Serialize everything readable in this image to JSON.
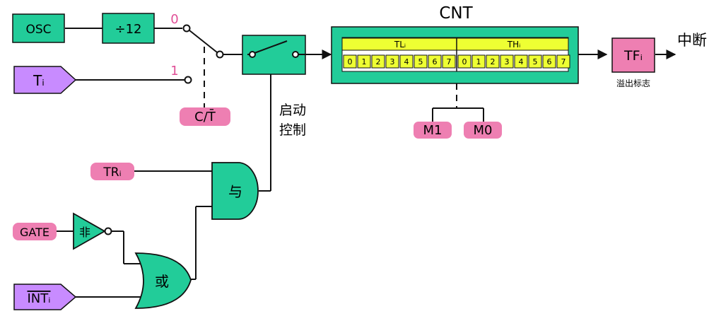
{
  "colors": {
    "green": "#22cc99",
    "purple": "#c88bff",
    "pink": "#ee7fb2",
    "yellow": "#eeff33",
    "wire": "#111111",
    "switch_label": "#e04f96",
    "blue": "#56b8ff"
  },
  "blocks": {
    "osc": "OSC",
    "divider": "÷12",
    "ti_input": "Tᵢ",
    "tri_input": "TRᵢ",
    "gate_input": "GATE",
    "int_input": "INTᵢ",
    "not_gate": "非",
    "or_gate": "或",
    "and_gate": "与",
    "tf_flag": "TFᵢ",
    "tf_caption": "溢出标志",
    "interrupt": "中断"
  },
  "selector_switch": {
    "pos0": "0",
    "pos1": "1",
    "control": "C/T̄"
  },
  "start_control": {
    "line1": "启动",
    "line2": "控制"
  },
  "counter": {
    "title": "CNT",
    "low_label": "TLᵢ",
    "high_label": "THᵢ",
    "low_bits": [
      "0",
      "1",
      "2",
      "3",
      "4",
      "5",
      "6",
      "7"
    ],
    "high_bits": [
      "0",
      "1",
      "2",
      "3",
      "4",
      "5",
      "6",
      "7"
    ]
  },
  "mode": {
    "m1": "M1",
    "m0": "M0"
  }
}
